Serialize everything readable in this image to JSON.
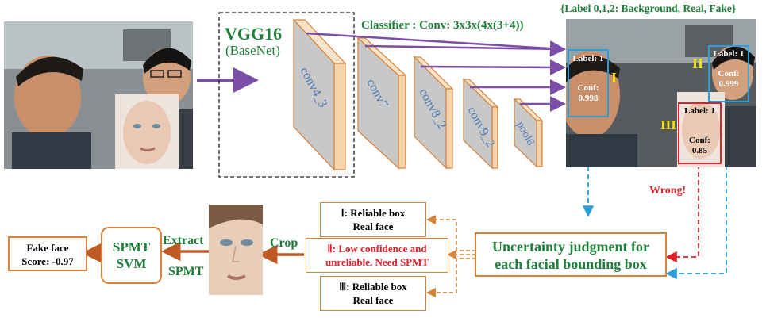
{
  "basenet": {
    "title": "VGG16",
    "subtitle": "(BaseNet)"
  },
  "classifier_label": "Classifier : Conv: 3x3x(4x(3+4))",
  "label_legend": "{Label 0,1,2: Background, Real, Fake}",
  "layers": [
    "conv4_3",
    "conv7",
    "conv8_2",
    "conv9_2",
    "pool6"
  ],
  "detections": [
    {
      "roman": "I",
      "label": "Label: 1",
      "conf_label": "Conf:",
      "conf": "0.998"
    },
    {
      "roman": "II",
      "label": "Label: 1",
      "conf_label": "Conf:",
      "conf": "0.999"
    },
    {
      "roman": "III",
      "label": "Label: 1",
      "conf_label": "Conf:",
      "conf": "0.85"
    }
  ],
  "wrong_label": "Wrong!",
  "uncertainty_box": {
    "line1": "Uncertainty judgment for",
    "line2": "each facial bounding box"
  },
  "case_boxes": [
    {
      "prefix": "Ⅰ:",
      "line1": "Reliable box",
      "line2": "Real face"
    },
    {
      "prefix": "Ⅱ:",
      "line1": "Low confidence and",
      "line2": "unreliable.  Need SPMT"
    },
    {
      "prefix": "Ⅲ:",
      "line1": "Reliable box",
      "line2": "Real face"
    }
  ],
  "crop_label": "Crop",
  "extract_label": "Extract",
  "spmt_label": "SPMT",
  "spmt_svm_box": {
    "line1": "SPMT",
    "line2": "SVM"
  },
  "result_box": {
    "line1": "Fake face",
    "line2": "Score: -0.97"
  },
  "colors": {
    "green": "#1e7f3a",
    "purple": "#7b4fa8",
    "orange": "#d9823a",
    "blue": "#2a9fd8",
    "red": "#e0202a",
    "yellow": "#f2e600",
    "layer_fill": "#c8c8c8"
  }
}
